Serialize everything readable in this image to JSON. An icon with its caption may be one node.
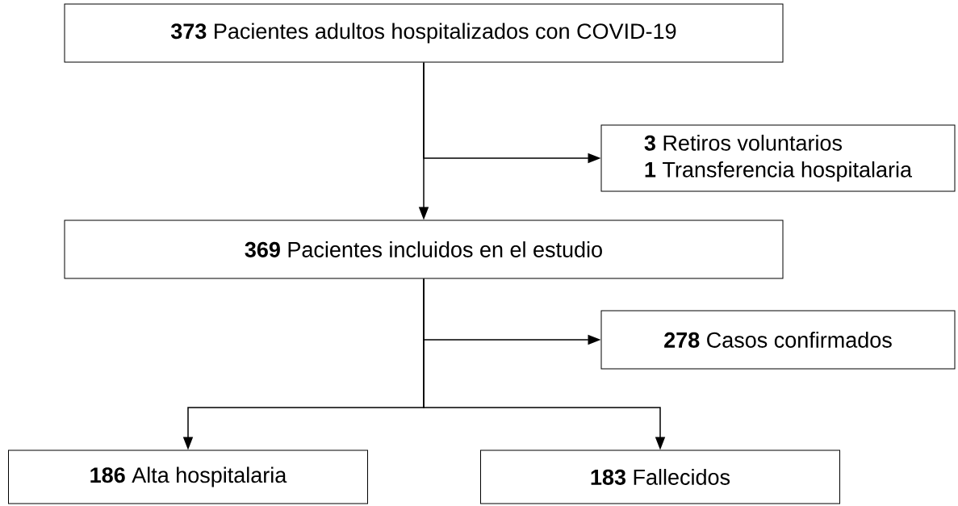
{
  "diagram": {
    "nodes": [
      {
        "text": [
          "**373** Pacientes adultos hospitalizados con COVID-19"
        ]
      },
      {
        "text": [
          "**3** Retiros voluntarios",
          "**1** Transferencia hospitalaria"
        ]
      },
      {
        "text": [
          "**369** Pacientes incluidos en el estudio"
        ]
      },
      {
        "text": [
          "**278** Casos confirmados"
        ]
      },
      {
        "text": [
          "**186** Alta hospitalaria"
        ]
      },
      {
        "text": [
          "**183** Fallecidos"
        ]
      }
    ],
    "edges": [
      {
        "from": 0,
        "to": 2,
        "arrow": "to"
      },
      {
        "from": 0,
        "to": 1,
        "arrow": "to"
      },
      {
        "from": 2,
        "to": 3,
        "arrow": "to"
      },
      {
        "from": 2,
        "to": 4,
        "arrow": "to"
      },
      {
        "from": 2,
        "to": 5,
        "arrow": "to"
      }
    ]
  }
}
